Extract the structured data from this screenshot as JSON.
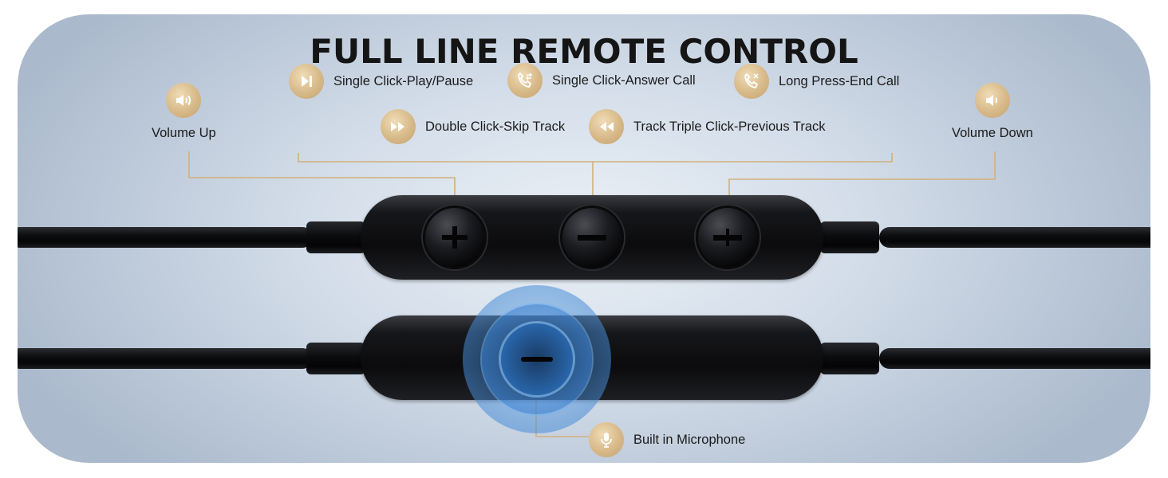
{
  "title": "FULL LINE REMOTE CONTROL",
  "controls": {
    "volume_up": "Volume Up",
    "play_pause": "Single Click-Play/Pause",
    "answer_call": "Single Click-Answer Call",
    "end_call": "Long Press-End Call",
    "skip_track": "Double Click-Skip Track",
    "previous_track": "Track Triple Click-Previous Track",
    "volume_down": "Volume Down",
    "microphone": "Built in Microphone"
  },
  "icons": {
    "volume_up": "speaker-icon",
    "play_pause": "play-pause-icon",
    "answer_call": "phone-answer-icon",
    "end_call": "phone-end-icon",
    "skip_track": "fast-forward-icon",
    "previous_track": "rewind-icon",
    "volume_down": "speaker-icon",
    "microphone": "microphone-icon"
  },
  "colors": {
    "accent_gold": "#d7b989",
    "leader_line": "#d2b07a",
    "mic_glow": "#4a90d9",
    "remote_body": "#111214"
  }
}
